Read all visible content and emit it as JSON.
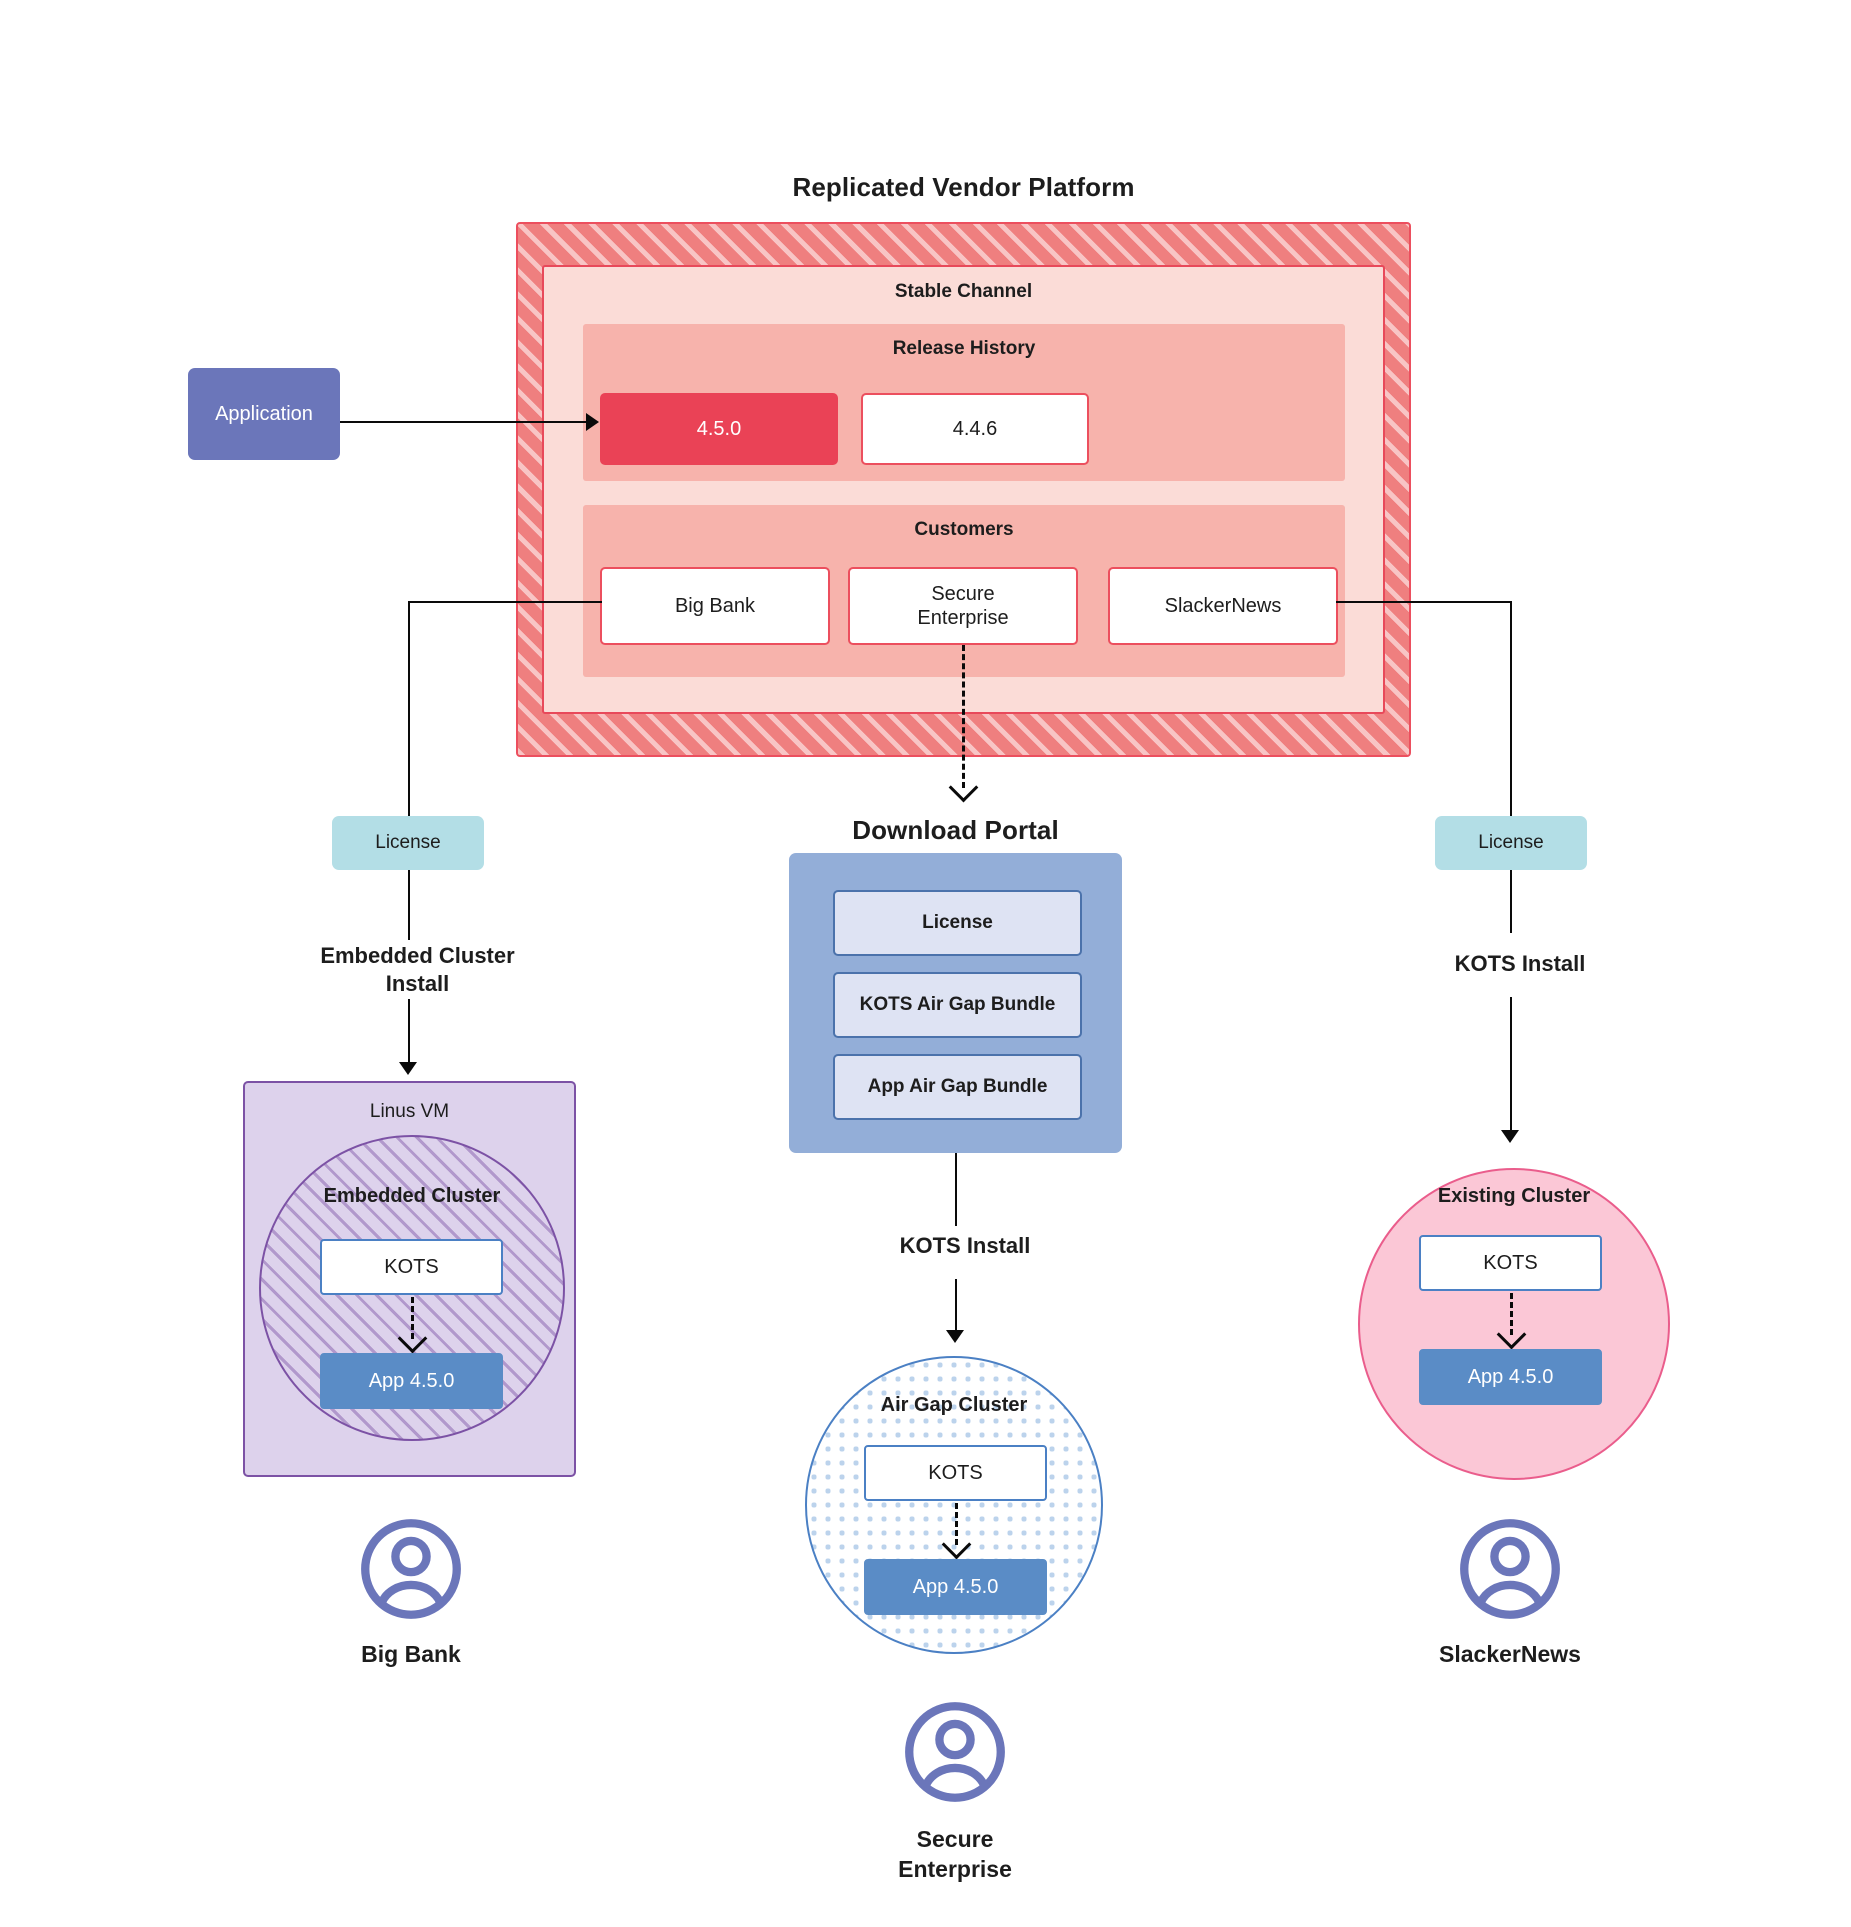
{
  "platform": {
    "title": "Replicated Vendor Platform",
    "stable_channel_label": "Stable Channel",
    "release_history_label": "Release History",
    "releases": [
      {
        "version": "4.5.0",
        "state": "current"
      },
      {
        "version": "4.4.6",
        "state": "past"
      }
    ],
    "customers_label": "Customers",
    "customers": [
      {
        "name": "Big Bank"
      },
      {
        "name": "Secure\nEnterprise"
      },
      {
        "name": "SlackerNews"
      }
    ]
  },
  "application": {
    "label": "Application"
  },
  "download_portal": {
    "title": "Download  Portal",
    "items": [
      {
        "label": "License"
      },
      {
        "label": "KOTS Air Gap Bundle"
      },
      {
        "label": "App Air Gap Bundle"
      }
    ]
  },
  "licenses": [
    {
      "label": "License"
    },
    {
      "label": "License"
    }
  ],
  "install_labels": {
    "embedded": "Embedded Cluster\nInstall",
    "kots_middle": "KOTS Install",
    "kots_right": "KOTS Install"
  },
  "left_column": {
    "vm_label": "Linus VM",
    "cluster_label": "Embedded Cluster",
    "kots_label": "KOTS",
    "app_label": "App 4.5.0",
    "customer_name": "Big Bank"
  },
  "middle_column": {
    "cluster_label": "Air Gap Cluster",
    "kots_label": "KOTS",
    "app_label": "App 4.5.0",
    "customer_name": "Secure\nEnterprise"
  },
  "right_column": {
    "cluster_label": "Existing Cluster",
    "kots_label": "KOTS",
    "app_label": "App 4.5.0",
    "customer_name": "SlackerNews"
  },
  "colors": {
    "platform_hatch": "#ef7f7f",
    "platform_border": "#ec4f5e",
    "stable_channel_bg": "#fbdcd7",
    "panel_bg": "#f7b3ac",
    "release_current": "#ea4256",
    "application": "#6b76ba",
    "license_chip": "#b3dee6",
    "download_portal": "#93aed8",
    "download_item": "#dee3f3",
    "linux_vm": "#ddd2ec",
    "embedded_border": "#7c52a5",
    "airgap_border": "#4b80c4",
    "existing_cluster": "#fbc7d6",
    "existing_border": "#ea5d8c",
    "app_box": "#5a8cc6",
    "kots_border": "#4b80c4",
    "avatar": "#6b76ba",
    "connector": "#0a0a0a"
  }
}
